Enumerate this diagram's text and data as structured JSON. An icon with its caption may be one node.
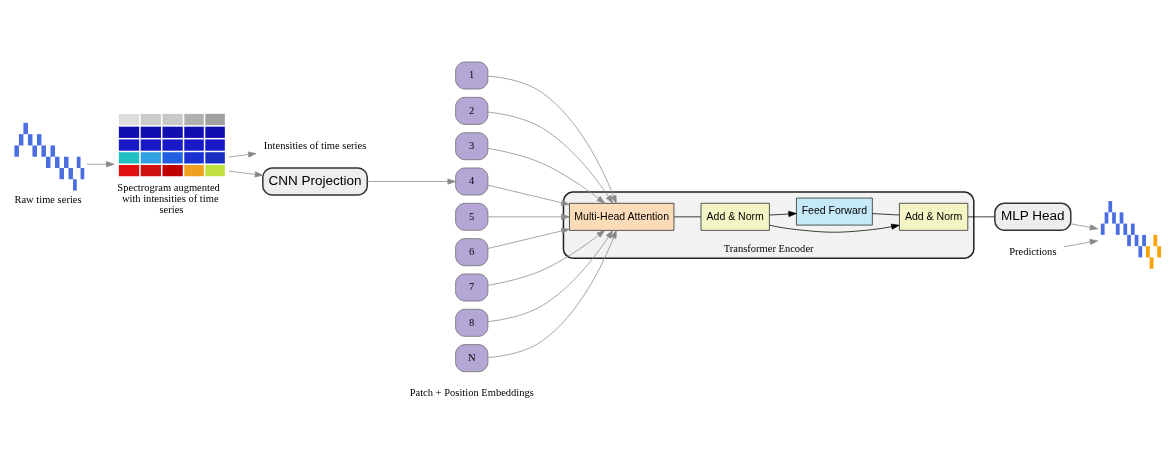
{
  "diagram": {
    "nodes": [
      {
        "text": [],
        "shape": "picture",
        "beside": [
          "Raw time series"
        ]
      },
      {
        "text": [
          "Intensities of time series"
        ]
      },
      {
        "text": [],
        "shape": "picture",
        "beside": [
          "Spectrogram augmented with intensities of time series"
        ]
      },
      {
        "text": [
          "CNN Projection"
        ]
      },
      {
        "text": [
          "1"
        ]
      },
      {
        "text": [
          "2"
        ]
      },
      {
        "text": [
          "3"
        ]
      },
      {
        "text": [
          "4"
        ]
      },
      {
        "text": [
          "5"
        ]
      },
      {
        "text": [
          "6"
        ]
      },
      {
        "text": [
          "7"
        ]
      },
      {
        "text": [
          "8"
        ]
      },
      {
        "text": [
          "N"
        ]
      },
      {
        "text": [
          "Transformer Encoder"
        ]
      },
      {
        "text": [
          "Add & Norm"
        ],
        "in": 13
      },
      {
        "text": [
          "Feed Forward"
        ],
        "in": 13
      },
      {
        "text": [
          "Add & Norm"
        ],
        "in": 13
      },
      {
        "text": [
          "Multi-Head Attention"
        ],
        "in": 13
      },
      {
        "text": [
          "MLP Head"
        ]
      },
      {
        "text": [],
        "shape": "picture"
      },
      {
        "text": [
          "Predictions"
        ]
      }
    ],
    "edges": [
      {
        "from": 0,
        "to": 2,
        "arrow": "to"
      },
      {
        "from": 2,
        "to": 1,
        "arrow": "to"
      },
      {
        "from": 2,
        "to": 3,
        "arrow": "to"
      },
      {
        "from": 3,
        "to": 7,
        "arrow": "to"
      },
      {
        "from": 4,
        "to": 17,
        "arrow": "to"
      },
      {
        "from": 5,
        "to": 17,
        "arrow": "to"
      },
      {
        "from": 6,
        "to": 17,
        "arrow": "to"
      },
      {
        "from": 7,
        "to": 17,
        "arrow": "to"
      },
      {
        "from": 8,
        "to": 17,
        "arrow": "to"
      },
      {
        "from": 9,
        "to": 17,
        "arrow": "to"
      },
      {
        "from": 10,
        "to": 17,
        "arrow": "to"
      },
      {
        "from": 11,
        "to": 17,
        "arrow": "to"
      },
      {
        "from": 12,
        "to": 17,
        "arrow": "to"
      },
      {
        "from": 17,
        "to": 16,
        "arrow": "none",
        "color": "#000000"
      },
      {
        "from": 16,
        "to": 15,
        "arrow": "to",
        "color": "#000000"
      },
      {
        "from": 15,
        "to": 14,
        "arrow": "none",
        "color": "#000000"
      },
      {
        "from": 16,
        "to": 14,
        "arrow": "to",
        "color": "#000000"
      },
      {
        "from": 14,
        "to": 18,
        "arrow": "none",
        "color": "#000000"
      },
      {
        "from": 18,
        "to": 19,
        "arrow": "to"
      },
      {
        "from": 20,
        "to": 19,
        "arrow": "to"
      }
    ],
    "labels": [
      "Patch + Position Embeddings"
    ]
  }
}
